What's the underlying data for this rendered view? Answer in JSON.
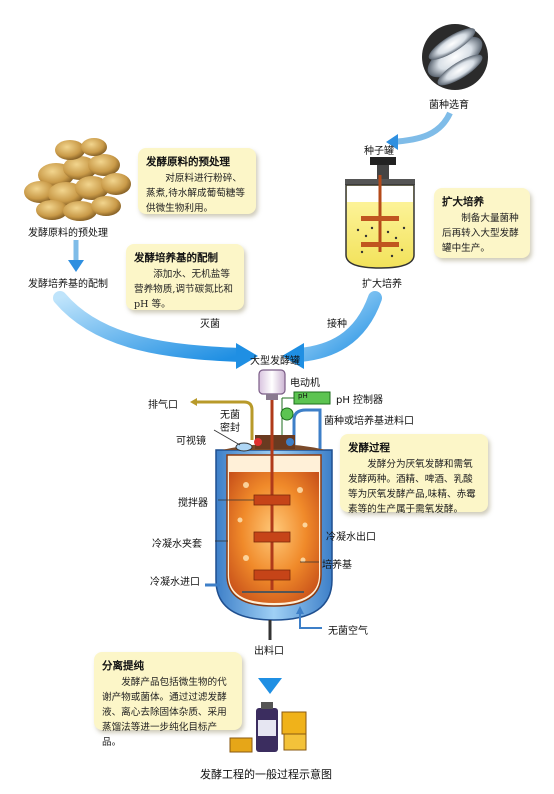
{
  "labels": {
    "strain_selection": "菌种选育",
    "seed_tank": "种子罐",
    "expand_culture_label": "扩大培养",
    "raw_material_label": "发酵原料的预处理",
    "medium_label": "发酵培养基的配制",
    "sterilize": "灭菌",
    "inoculate": "接种",
    "big_tank": "大型发酵罐",
    "motor": "电动机",
    "ph_controller": "pH 控制器",
    "ph_small": "pH",
    "exhaust": "排气口",
    "sterile_seal_1": "无菌",
    "sterile_seal_2": "密封",
    "sight_glass": "可视镜",
    "inlet": "菌种或培养基进料口",
    "stirrer": "搅拌器",
    "water_jacket": "冷凝水夹套",
    "water_out": "冷凝水出口",
    "medium": "培养基",
    "water_in": "冷凝水进口",
    "sterile_air": "无菌空气",
    "outlet": "出料口",
    "caption": "发酵工程的一般过程示意图"
  },
  "boxes": {
    "raw": {
      "title": "发酵原料的预处理",
      "body": "对原料进行粉碎、蒸煮,待水解成葡萄糖等供微生物利用。"
    },
    "expand": {
      "title": "扩大培养",
      "body": "制备大量菌种后再转入大型发酵罐中生产。"
    },
    "medium": {
      "title": "发酵培养基的配制",
      "body": "添加水、无机盐等营养物质,调节碳氮比和 pH 等。"
    },
    "ferment": {
      "title": "发酵过程",
      "body": "发酵分为厌氧发酵和需氧发酵两种。酒精、啤酒、乳酸等为厌氧发酵产品,味精、赤霉素等的生产属于需氧发酵。"
    },
    "separate": {
      "title": "分离提纯",
      "body": "发酵产品包括微生物的代谢产物或菌体。通过过滤发酵液、离心去除固体杂质、采用蒸馏法等进一步纯化目标产品。"
    }
  }
}
